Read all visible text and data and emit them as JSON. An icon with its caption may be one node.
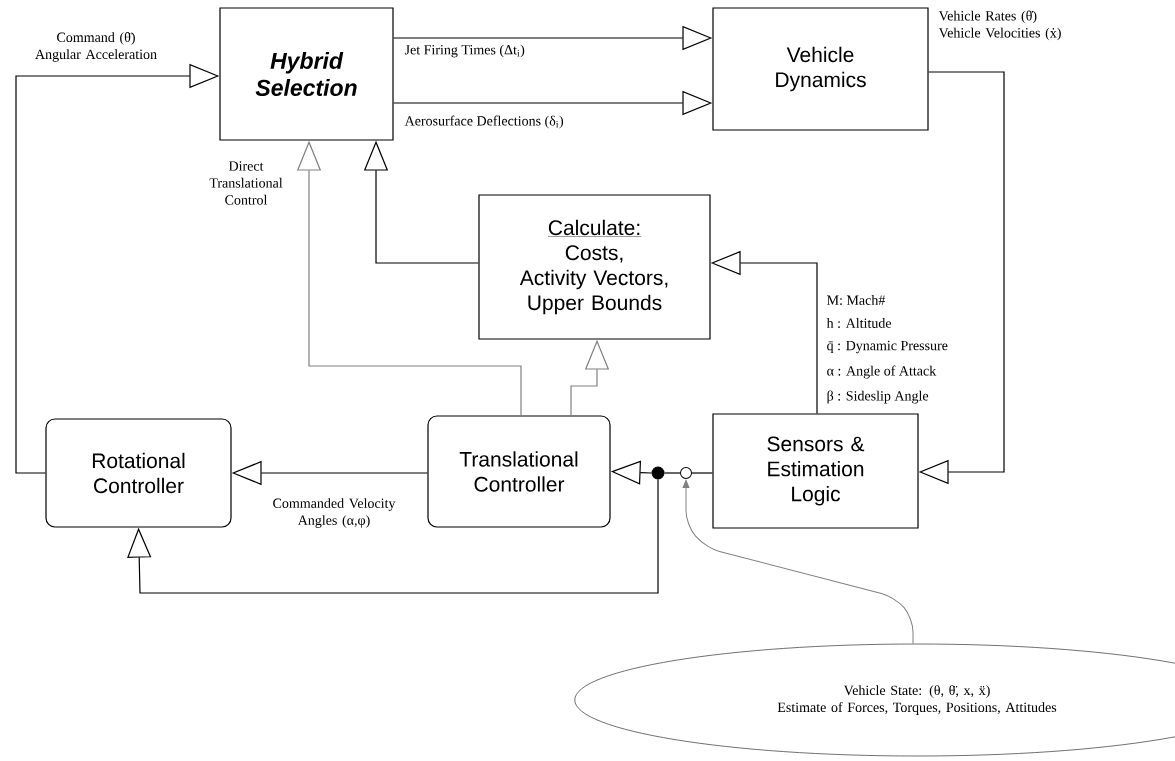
{
  "diagram": {
    "nodes": [
      {
        "text": [
          "Hybrid Selection"
        ]
      },
      {
        "text": [
          "Vehicle Dynamics"
        ]
      },
      {
        "text": [
          "Calculate:",
          "Costs,",
          "Activity Vectors,",
          "Upper Bounds"
        ]
      },
      {
        "text": [
          "Rotational Controller"
        ]
      },
      {
        "text": [
          "Translational Controller"
        ]
      },
      {
        "text": [],
        "shape": "circle"
      },
      {
        "text": [],
        "shape": "circle"
      },
      {
        "text": [
          "Sensors & Estimation Logic"
        ]
      },
      {
        "text": [
          "Vehicle State: (θ, θ̈, x, ẍ)",
          "Estimate of Forces, Torques, Positions, Attitudes"
        ]
      }
    ],
    "edges": [
      {
        "from": 3,
        "to": 0,
        "arrow": "to",
        "label": "Command (θ̈) Angular Acceleration"
      },
      {
        "from": 0,
        "to": 1,
        "arrow": "to",
        "label": "Jet Firing Times (Δt$_{i}$)"
      },
      {
        "from": 0,
        "to": 1,
        "arrow": "to",
        "label": "Aerosurface Deflections (δ$_{i}$)"
      },
      {
        "from": 1,
        "to": 7,
        "arrow": "to",
        "label": "Vehicle Rates (θ̇) Vehicle Velocities (ẋ)"
      },
      {
        "from": 7,
        "to": 2,
        "arrow": "to"
      },
      {
        "from": 2,
        "to": 0,
        "arrow": "to"
      },
      {
        "from": 4,
        "to": 0,
        "arrow": "to",
        "label": "Direct Translational Control",
        "color": "#808080"
      },
      {
        "from": 4,
        "to": 2,
        "arrow": "to",
        "color": "#808080"
      },
      {
        "from": 4,
        "to": 3,
        "arrow": "to",
        "label": "Commanded Velocity Angles (α,φ)"
      },
      {
        "from": 7,
        "to": 6,
        "arrow": "none"
      },
      {
        "from": 6,
        "to": 5,
        "arrow": "none"
      },
      {
        "from": 5,
        "to": 4,
        "arrow": "to"
      },
      {
        "from": 5,
        "to": 3,
        "arrow": "to"
      },
      {
        "from": 8,
        "to": 6,
        "arrow": "to",
        "color": "#808080"
      }
    ],
    "labels": [
      "M: Mach#",
      "h : Altitude",
      "q̄ : Dynamic Pressure",
      "α : Angle of Attack",
      "β : Sideslip Angle"
    ]
  }
}
